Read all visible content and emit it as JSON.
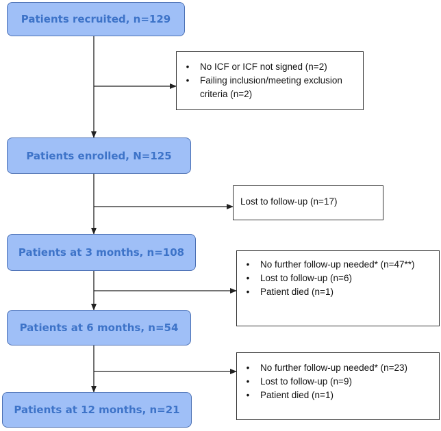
{
  "stages": [
    {
      "label": "Patients recruited, n=129"
    },
    {
      "label": "Patients enrolled, N=125"
    },
    {
      "label": "Patients at 3 months, n=108"
    },
    {
      "label": "Patients at 6 months, n=54"
    },
    {
      "label": "Patients at 12 months, n=21"
    }
  ],
  "exclusions": [
    {
      "items": [
        "No ICF or ICF not signed (n=2)",
        "Failing inclusion/meeting exclusion criteria (n=2)"
      ]
    },
    {
      "text": "Lost to follow-up (n=17)"
    },
    {
      "items": [
        "No further follow-up needed* (n=47**)",
        "Lost to follow-up (n=6)",
        "Patient died (n=1)"
      ]
    },
    {
      "items": [
        "No further follow-up needed* (n=23)",
        "Lost to follow-up (n=9)",
        "Patient died (n=1)"
      ]
    }
  ],
  "colors": {
    "stage_fill": "#9fbff7",
    "stage_border": "#4a6fb3",
    "stage_text": "#3d73c8",
    "connector": "#222222"
  }
}
